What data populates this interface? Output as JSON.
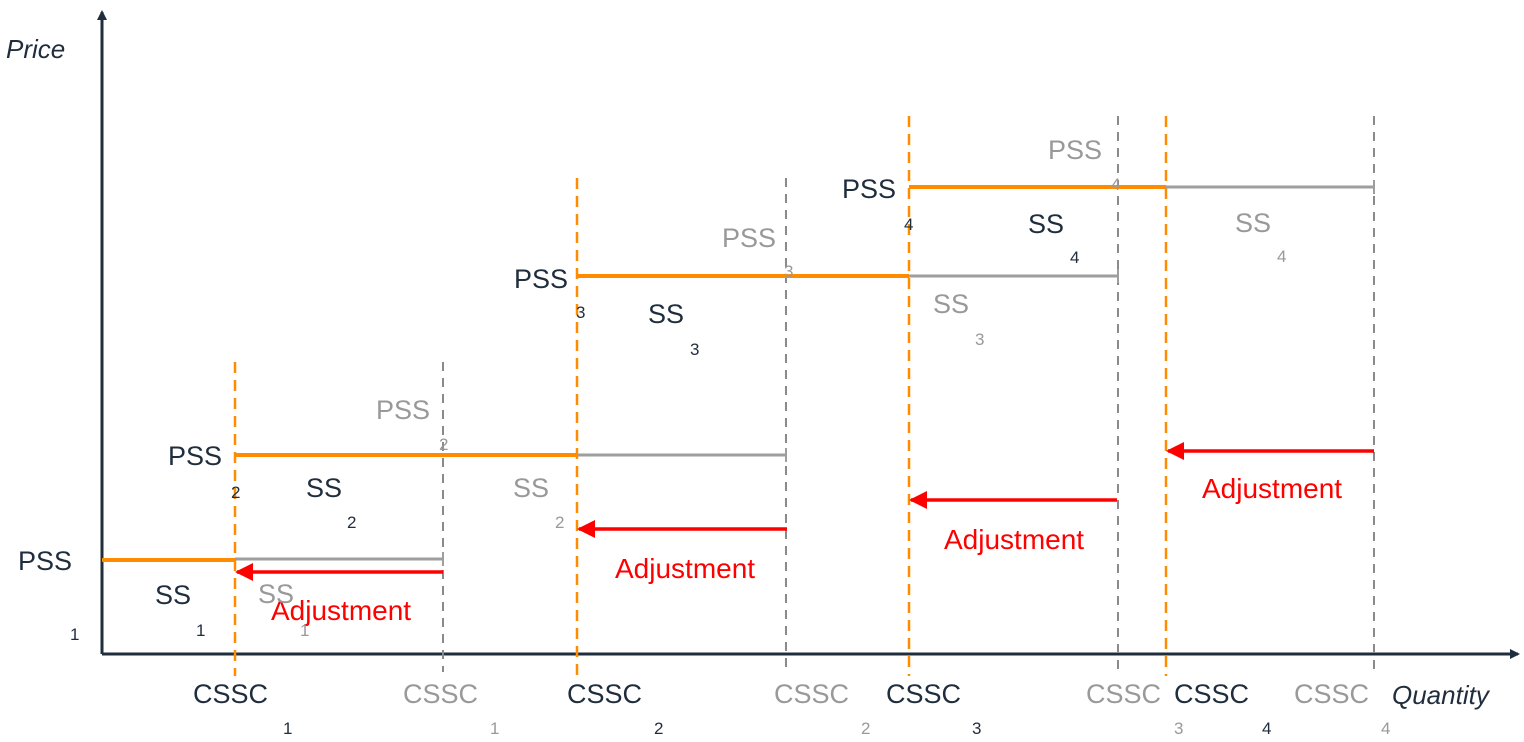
{
  "axes": {
    "y_title": "Price",
    "x_title": "Quantity"
  },
  "colors": {
    "axis": "#1f2d3d",
    "dark_text": "#1f2d3d",
    "grey": "#999999",
    "orange": "#ff8c00",
    "red": "#ff0000"
  },
  "labels": {
    "pss_dark": [
      {
        "main": "PSS",
        "sub": "1"
      },
      {
        "main": "PSS",
        "sub": "2"
      },
      {
        "main": "PSS",
        "sub": "3"
      },
      {
        "main": "PSS",
        "sub": "4"
      }
    ],
    "pss_grey": [
      {
        "main": "PSS",
        "sub": "2"
      },
      {
        "main": "PSS",
        "sub": "3"
      },
      {
        "main": "PSS",
        "sub": "4"
      }
    ],
    "ss_dark": [
      {
        "main": "SS",
        "sub": "1"
      },
      {
        "main": "SS",
        "sub": "2"
      },
      {
        "main": "SS",
        "sub": "3"
      },
      {
        "main": "SS",
        "sub": "4"
      }
    ],
    "ss_grey": [
      {
        "main": "SS",
        "sub": "1"
      },
      {
        "main": "SS",
        "sub": "2"
      },
      {
        "main": "SS",
        "sub": "3"
      },
      {
        "main": "SS",
        "sub": "4"
      }
    ],
    "cssc_dark": [
      {
        "main": "CSSC",
        "sub": "1"
      },
      {
        "main": "CSSC",
        "sub": "2"
      },
      {
        "main": "CSSC",
        "sub": "3"
      },
      {
        "main": "CSSC",
        "sub": "4"
      }
    ],
    "cssc_grey": [
      {
        "main": "CSSC",
        "sub": "1"
      },
      {
        "main": "CSSC",
        "sub": "2"
      },
      {
        "main": "CSSC",
        "sub": "3"
      },
      {
        "main": "CSSC",
        "sub": "4"
      }
    ],
    "adjustment": [
      "Adjustment",
      "Adjustment",
      "Adjustment",
      "Adjustment"
    ]
  }
}
